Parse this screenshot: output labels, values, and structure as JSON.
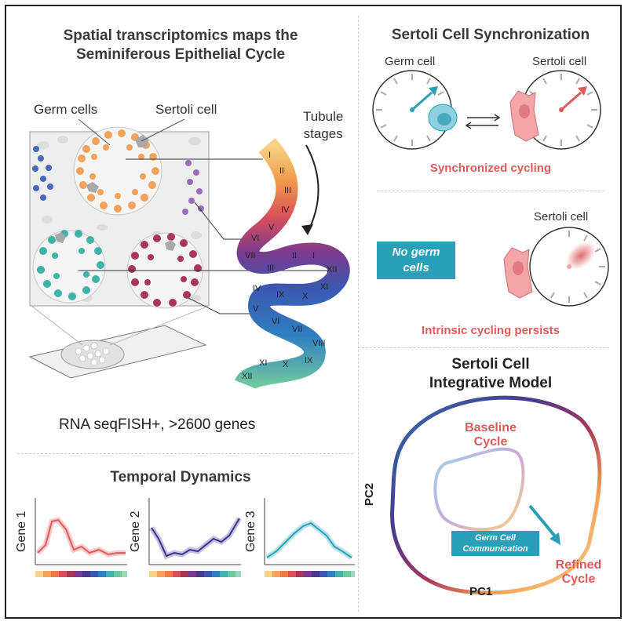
{
  "spatial": {
    "title_line1": "Spatial transcriptomics maps the",
    "title_line2": "Seminiferous Epithelial Cycle",
    "label_germ": "Germ cells",
    "label_sertoli": "Sertoli cell",
    "label_tubule_line1": "Tubule",
    "label_tubule_line2": "stages",
    "method": "RNA seqFISH+, >2600 genes",
    "stages": [
      "I",
      "II",
      "III",
      "IV",
      "V",
      "VI",
      "VII",
      "II",
      "I",
      "XII",
      "III",
      "IV",
      "IX",
      "X",
      "XI",
      "V",
      "VI",
      "VII",
      "VIII",
      "IX",
      "XI",
      "X",
      "XII"
    ]
  },
  "sync": {
    "title": "Sertoli Cell Synchronization",
    "germ_cell_label": "Germ cell",
    "sertoli_cell_label": "Sertoli cell",
    "synchronized": "Synchronized cycling",
    "no_germ_line1": "No germ",
    "no_germ_line2": "cells",
    "sertoli_cell_label_2": "Sertoli cell",
    "intrinsic": "Intrinsic cycling persists"
  },
  "temporal": {
    "title": "Temporal Dynamics",
    "genes": [
      "Gene 1",
      "Gene 2",
      "Gene 3"
    ]
  },
  "model": {
    "title_line1": "Sertoli Cell",
    "title_line2": "Integrative Model",
    "baseline_line1": "Baseline",
    "baseline_line2": "Cycle",
    "germ_comm_line1": "Germ Cell",
    "germ_comm_line2": "Communication",
    "refined_line1": "Refined",
    "refined_line2": "Cycle",
    "pc1": "PC1",
    "pc2": "PC2"
  },
  "colors": {
    "red": "#e05a5a",
    "teal": "#2aa0b8",
    "purple": "#4b3a8c",
    "orange": "#f5a25a"
  }
}
